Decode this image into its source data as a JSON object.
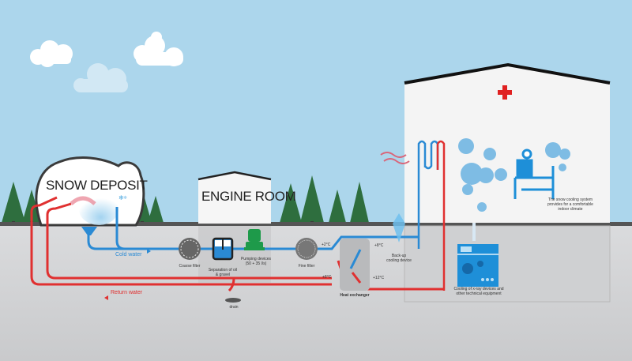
{
  "title": "Snow cooling system for a hospital",
  "colors": {
    "sky": "#acd6ec",
    "ground": "#d6d7d9",
    "cold_pipe": "#2a8ad4",
    "warm_pipe": "#e03030",
    "tree": "#2e6e3e",
    "pump": "#1e9a4a",
    "equipment": "#1e8fd8",
    "cross": "#e02020"
  },
  "buildings": {
    "snow_deposit": "SNOW DEPOSIT",
    "engine_room": "ENGINE ROOM",
    "hospital_icon": "red-cross-icon"
  },
  "components": {
    "coarse_filter": "Coarse filter",
    "separation": "Separation of oil & gravel",
    "pumping": "Pumping devices (50 + 35 l/s)",
    "fine_filter": "Fine filter",
    "heat_exchanger": "Heat exchanger",
    "backup": "Back-up cooling device",
    "drain": "drain",
    "xray": "Cooling of x-ray devices and other technical equipment",
    "climate": "The snow cooling system provides for a comfortable indoor climate"
  },
  "flows": {
    "cold": "Cold water",
    "return": "Return water"
  },
  "temperatures": {
    "after_fine_filter": "+2°C",
    "return_in": "+8°C",
    "supply_out": "+8°C",
    "return_hospital": "+12°C"
  }
}
